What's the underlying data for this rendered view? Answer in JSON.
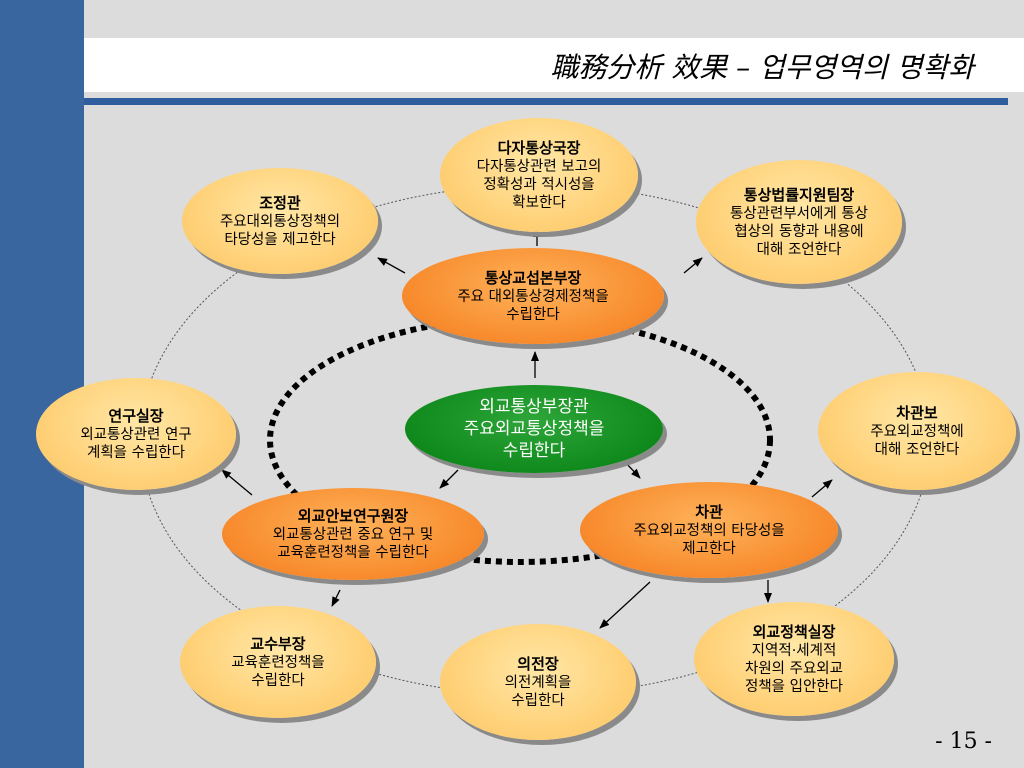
{
  "title": "職務分析 效果 – 업무영역의 명확화",
  "page_number": "- 15 -",
  "colors": {
    "sidebar": "#3a66a0",
    "rule": "#2f5e9e",
    "outer_node": "#ffd27a",
    "inner_node": "#f78a2c",
    "center_node": "#108a1c"
  },
  "nodes": {
    "center": {
      "title": "외교통상부장관",
      "desc": "주요외교통상정책을\n수립한다"
    },
    "trade_head": {
      "title": "통상교섭본부장",
      "desc": "주요 대외통상경제정책을\n수립한다"
    },
    "vice_minister": {
      "title": "차관",
      "desc": "주요외교정책의 타당성을\n제고한다"
    },
    "ifans_head": {
      "title": "외교안보연구원장",
      "desc": "외교통상관련 중요 연구 및\n교육훈련정책을 수립한다"
    },
    "multilateral": {
      "title": "다자통상국장",
      "desc": "다자통상관련 보고의\n정확성과 적시성을\n확보한다"
    },
    "coordinator": {
      "title": "조정관",
      "desc": "주요대외통상정책의\n타당성을 제고한다"
    },
    "trade_legal": {
      "title": "통상법률지원팀장",
      "desc": "통상관련부서에게 통상\n협상의 동향과 내용에\n대해 조언한다"
    },
    "research_office": {
      "title": "연구실장",
      "desc": "외교통상관련 연구\n계획을 수립한다"
    },
    "deputy_minister": {
      "title": "차관보",
      "desc": "주요외교정책에\n대해 조언한다"
    },
    "professor_dept": {
      "title": "교수부장",
      "desc": "교육훈련정책을\n수립한다"
    },
    "protocol": {
      "title": "의전장",
      "desc": "의전계획을\n수립한다"
    },
    "policy_office": {
      "title": "외교정책실장",
      "desc": "지역적·세계적\n차원의 주요외교\n정책을 입안한다"
    }
  }
}
